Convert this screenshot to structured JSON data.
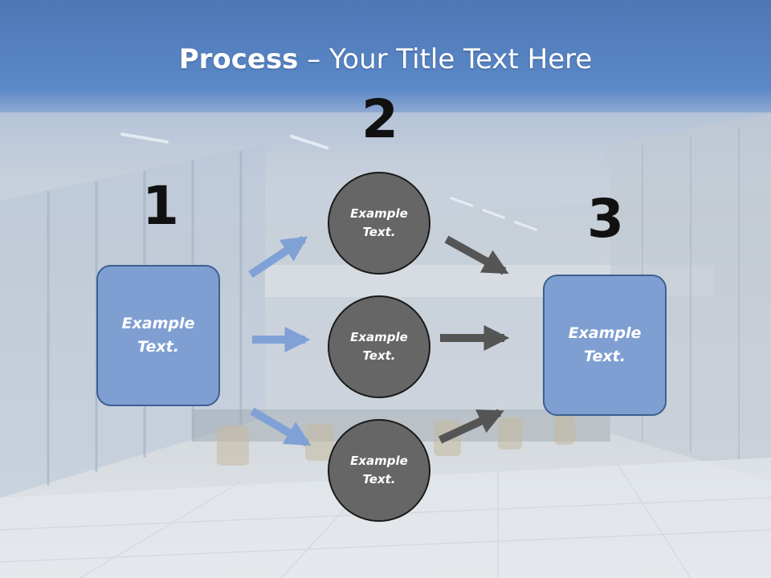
{
  "title": {
    "strong": "Process",
    "rest": " – Your Title Text Here"
  },
  "steps": {
    "one": "1",
    "two": "2",
    "three": "3"
  },
  "nodes": {
    "left_box": {
      "line1": "Example",
      "line2": "Text."
    },
    "circle_top": {
      "line1": "Example",
      "line2": "Text."
    },
    "circle_mid": {
      "line1": "Example",
      "line2": "Text."
    },
    "circle_bot": {
      "line1": "Example",
      "line2": "Text."
    },
    "right_box": {
      "line1": "Example",
      "line2": "Text."
    }
  },
  "colors": {
    "box_fill": "#7f9fd2",
    "circle_fill": "#666666",
    "left_arrows": "#7fa1d6",
    "right_arrows": "#555555"
  }
}
